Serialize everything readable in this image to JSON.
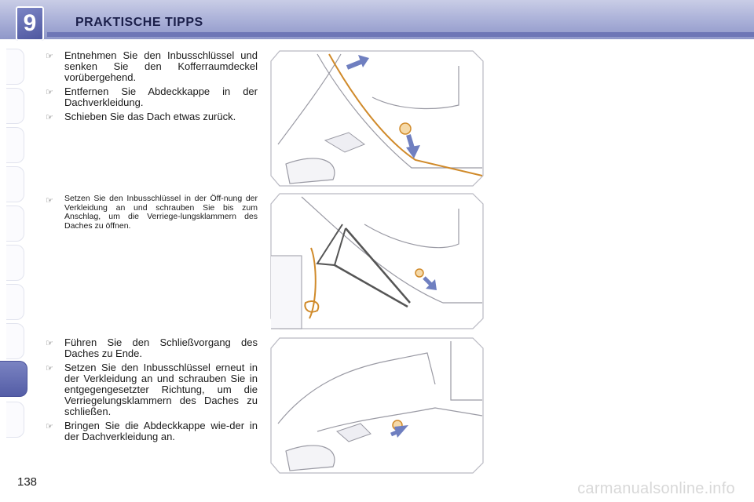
{
  "header": {
    "chapter_number": "9",
    "title": "PRAKTISCHE TIPPS"
  },
  "section1": {
    "items": [
      "Entnehmen Sie den Inbusschlüssel und senken Sie den Kofferraumdeckel vorübergehend.",
      "Entfernen Sie Abdeckkappe in der Dachverkleidung.",
      "Schieben Sie das Dach etwas zurück."
    ]
  },
  "section2": {
    "items": [
      "Setzen Sie den Inbusschlüssel in der Öff-nung der Verkleidung an und schrauben Sie bis zum Anschlag, um die Verriege-lungsklammern des Daches zu öffnen."
    ]
  },
  "section3": {
    "items": [
      "Führen Sie den Schließvorgang des Daches zu Ende.",
      "Setzen Sie den Inbusschlüssel erneut in der Verkleidung an und schrauben Sie in entgegengesetzter Richtung, um die Verriegelungsklammern des Daches zu schließen.",
      "Bringen Sie die Abdeckkappe wie-der in der Dachverkleidung an."
    ]
  },
  "bullet_glyph": "☞",
  "page_number": "138",
  "watermark": "carmanualsonline.info",
  "colors": {
    "accent": "#5a63a8",
    "highlight": "#d08a2a",
    "arrow": "#6f7fc0"
  }
}
